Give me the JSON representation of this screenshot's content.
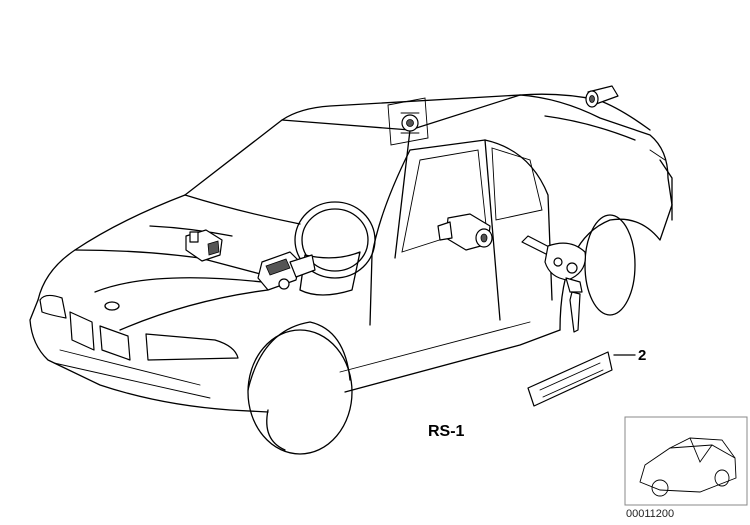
{
  "diagram": {
    "callout_number": "2",
    "diagram_code": "RS-1",
    "image_number": "00011200"
  },
  "colors": {
    "line": "#000000",
    "background": "#ffffff",
    "thumbnail_border": "#888888"
  },
  "icons": {
    "thumbnail": "car-overview-thumbnail-icon"
  }
}
